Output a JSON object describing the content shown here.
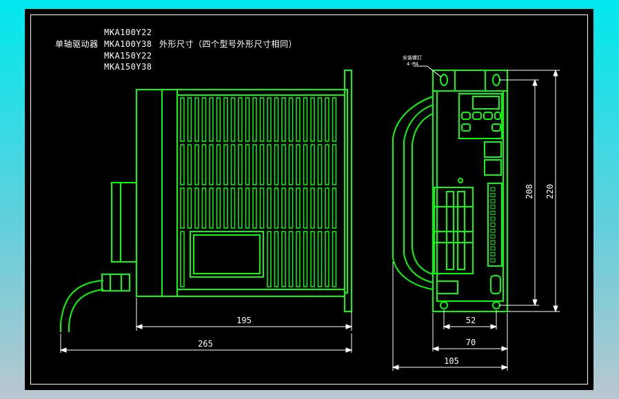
{
  "title_block": {
    "label": "单轴驱动器",
    "models": [
      "MKA100Y22",
      "MKA100Y38",
      "MKA150Y22",
      "MKA150Y38"
    ],
    "suffix": "外形尺寸（四个型号外形尺寸相同）"
  },
  "dimensions": {
    "d195": "195",
    "d265": "265",
    "d52": "52",
    "d70": "70",
    "d105": "105",
    "d208": "208",
    "d220": "220"
  },
  "annotations": {
    "mount_hole": "安装螺钉",
    "mount_spec": "4-M4"
  },
  "colors": {
    "background_top": "#00e8ee",
    "drawing_bg": "#000000",
    "line_green": "#00ff00",
    "dim_white": "#ffffff"
  }
}
